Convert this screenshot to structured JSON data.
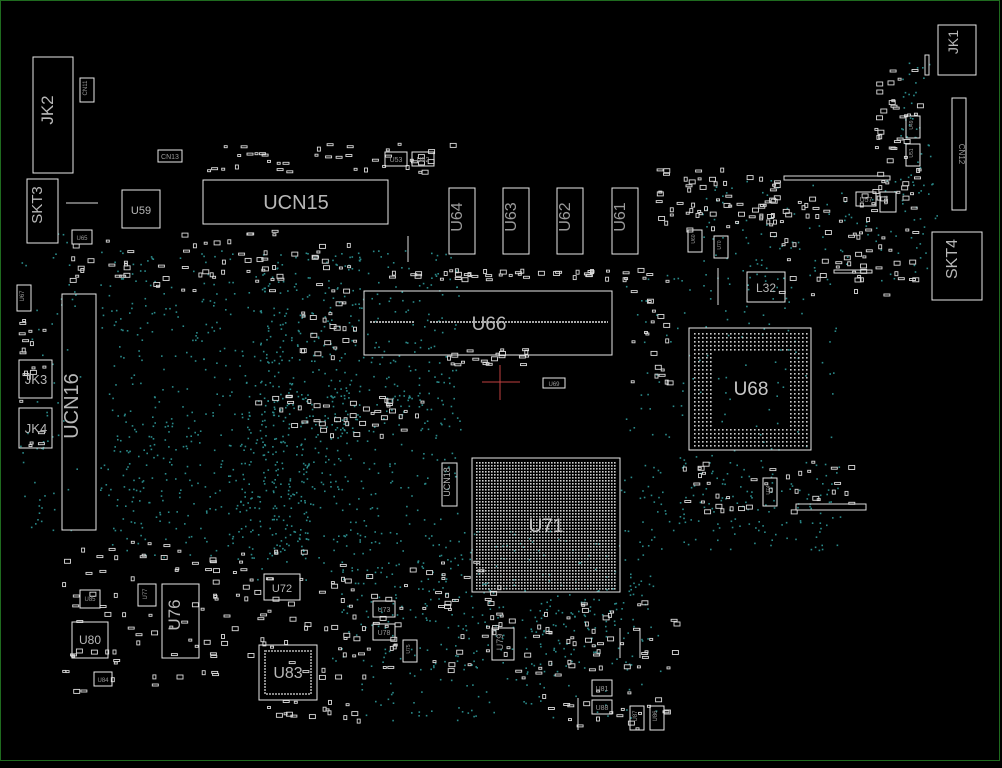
{
  "view": {
    "background": "#000000",
    "outline_color": "#e8e8e8",
    "label_color": "#b8b8b8",
    "via_color": "#2a8a8a",
    "border_color": "#1f6b1f",
    "cursor_color": "#c04040"
  },
  "components": {
    "JK1": "JK1",
    "JK2": "JK2",
    "JK3": "JK3",
    "JK4": "JK4",
    "SKT3": "SKT3",
    "SKT4": "SKT4",
    "UCN15": "UCN15",
    "UCN16": "UCN16",
    "UCN18": "UCN18",
    "CN12": "CN12",
    "CN13": "CN13",
    "CN11": "CN11",
    "U59": "U59",
    "U64": "U64",
    "U63": "U63",
    "U62": "U62",
    "U61": "U61",
    "U66": "U66",
    "U68": "U68",
    "U71": "U71",
    "U72": "U72",
    "U73": "U73",
    "U76": "U76",
    "U77": "U77",
    "U78": "U78",
    "U79": "U79",
    "U80": "U80",
    "U81": "U81",
    "U83": "U83",
    "U84": "U84",
    "U85": "U85",
    "U86": "U86",
    "U87": "U87",
    "U88": "U88",
    "U53": "U53",
    "U52": "U52",
    "U57": "U57",
    "U65": "U65",
    "U67": "U67",
    "U69": "U69",
    "L32": "L32",
    "U49": "U49",
    "U51": "U51",
    "U58": "U58",
    "U60": "U60",
    "U70": "U70",
    "U74": "U74",
    "U75": "U75"
  }
}
